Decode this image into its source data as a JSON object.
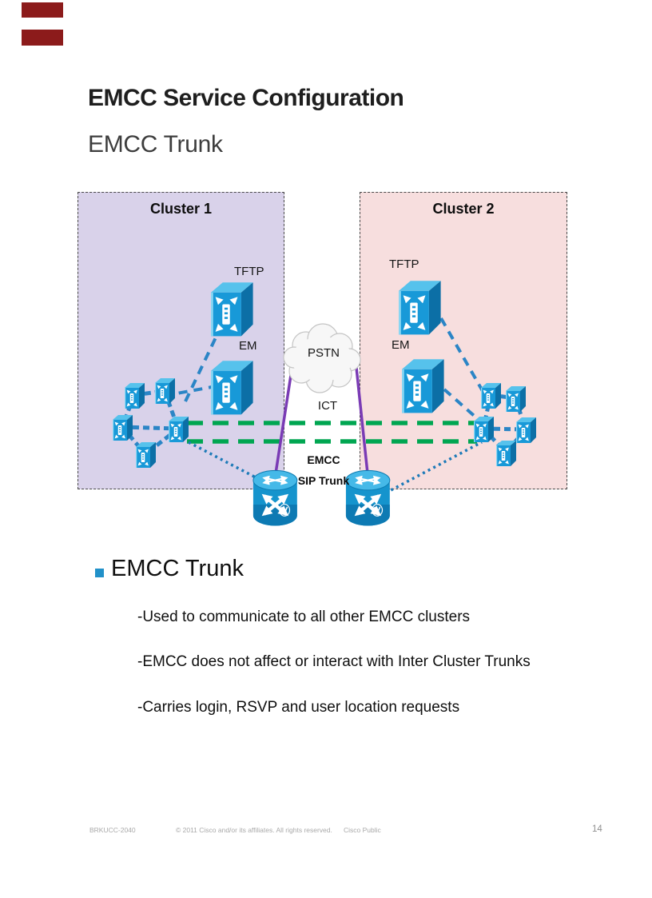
{
  "header": {
    "title": "EMCC Service Configuration",
    "subtitle": "EMCC Trunk"
  },
  "diagram": {
    "cluster1": {
      "title": "Cluster 1",
      "tftp_label": "TFTP",
      "em_label": "EM"
    },
    "cluster2": {
      "title": "Cluster 2",
      "tftp_label": "TFTP",
      "em_label": "EM"
    },
    "pstn_label": "PSTN",
    "ict_label": "ICT",
    "trunk_label": {
      "line1": "EMCC",
      "line2": "SIP Trunk"
    },
    "icons": [
      "callmanager-server-icon",
      "voice-gateway-router-icon",
      "pstn-cloud-icon"
    ],
    "colors": {
      "cluster1_bg": "#d9d2ea",
      "cluster2_bg": "#f7dede",
      "ict_green": "#00a651",
      "pstn_purple": "#7a3bb5",
      "link_blue": "#2b85c6",
      "icon_blue": "#1899d8",
      "icon_blue_dark": "#0c6fa6",
      "icon_blue_light": "#56c2ec"
    }
  },
  "content": {
    "bullet_color": "#2191c9",
    "heading": "EMCC Trunk",
    "items": [
      "-Used to communicate to all other EMCC clusters",
      "-EMCC does not affect or interact with Inter Cluster Trunks",
      "-Carries login, RSVP and user location requests"
    ]
  },
  "footer": {
    "session_id": "BRKUCC-2040",
    "copyright": "© 2011 Cisco and/or its affiliates. All rights reserved.",
    "classification": "Cisco Public",
    "page_number": "14"
  }
}
